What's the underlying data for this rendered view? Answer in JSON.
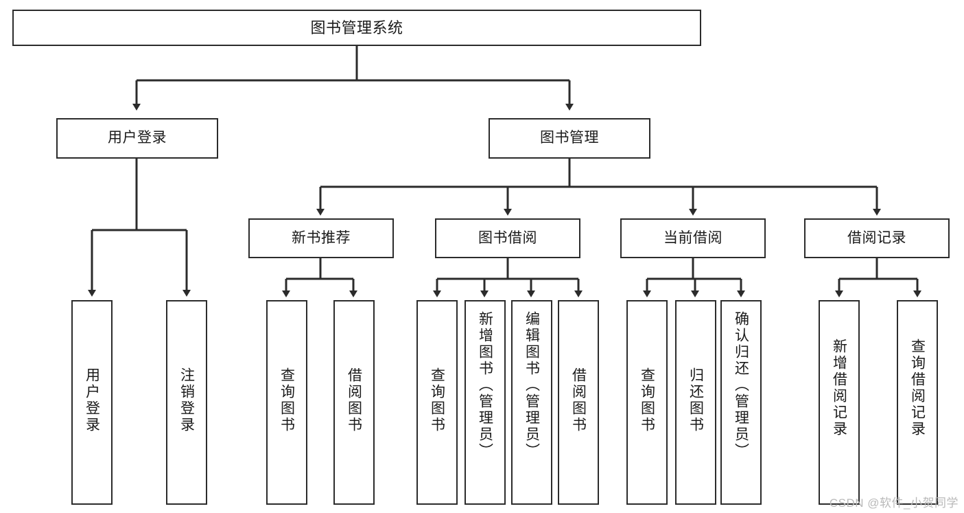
{
  "diagram": {
    "type": "tree",
    "title": "图书管理系统",
    "watermark": "CSDN @软件_小贺同学",
    "colors": {
      "box_border": "#2b2b2b",
      "box_fill": "#ffffff",
      "line": "#2b2b2b",
      "text": "#1a1a1a",
      "watermark": "#b9b9b9"
    },
    "nodes": {
      "root": {
        "label": "图书管理系统"
      },
      "level1": [
        {
          "id": "user-login",
          "label": "用户登录"
        },
        {
          "id": "book-manage",
          "label": "图书管理"
        }
      ],
      "level2": [
        {
          "id": "new-book-recommend",
          "label": "新书推荐"
        },
        {
          "id": "book-borrow",
          "label": "图书借阅"
        },
        {
          "id": "current-borrow",
          "label": "当前借阅"
        },
        {
          "id": "borrow-record",
          "label": "借阅记录"
        }
      ],
      "leaves": {
        "user-login": [
          {
            "id": "leaf-user-login",
            "label": "用户登录"
          },
          {
            "id": "leaf-logout-login",
            "label": "注销登录"
          }
        ],
        "new-book-recommend": [
          {
            "id": "leaf-query-book-1",
            "label": "查询图书"
          },
          {
            "id": "leaf-borrow-book-1",
            "label": "借阅图书"
          }
        ],
        "book-borrow": [
          {
            "id": "leaf-query-book-2",
            "label": "查询图书"
          },
          {
            "id": "leaf-add-book-admin",
            "label": "新增图书（管理员）"
          },
          {
            "id": "leaf-edit-book-admin",
            "label": "编辑图书（管理员）"
          },
          {
            "id": "leaf-borrow-book-2",
            "label": "借阅图书"
          }
        ],
        "current-borrow": [
          {
            "id": "leaf-query-book-3",
            "label": "查询图书"
          },
          {
            "id": "leaf-return-book",
            "label": "归还图书"
          },
          {
            "id": "leaf-confirm-return-admin",
            "label": "确认归还（管理员）"
          }
        ],
        "borrow-record": [
          {
            "id": "leaf-add-borrow-record",
            "label": "新增借阅记录"
          },
          {
            "id": "leaf-query-borrow-record",
            "label": "查询借阅记录"
          }
        ]
      }
    }
  }
}
